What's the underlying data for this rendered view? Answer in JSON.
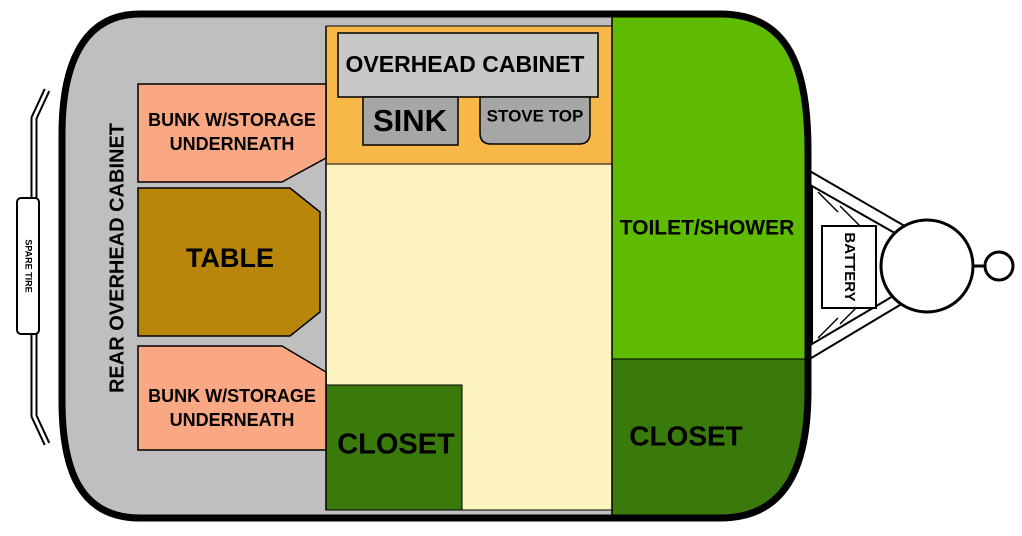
{
  "colors": {
    "outline": "#000000",
    "rear_cabinet": "#bfbfbf",
    "bunk": "#f9a883",
    "table": "#b8860b",
    "kitchen": "#f8b847",
    "cabinet_grey": "#c8c8c8",
    "floor": "#fcf3c0",
    "closet": "#3a7a0b",
    "toilet": "#5ebb00",
    "white": "#ffffff"
  },
  "labels": {
    "rear_cabinet": "REAR OVERHEAD CABINET",
    "bunk_top_line1": "BUNK W/STORAGE",
    "bunk_top_line2": "UNDERNEATH",
    "table": "TABLE",
    "bunk_bottom_line1": "BUNK W/STORAGE",
    "bunk_bottom_line2": "UNDERNEATH",
    "overhead_cabinet": "OVERHEAD CABINET",
    "sink": "SINK",
    "stove_top": "STOVE TOP",
    "closet_left": "CLOSET",
    "toilet_shower": "TOILET/SHOWER",
    "closet_right": "CLOSET",
    "battery": "BATTERY",
    "spare_tire": "SPARE TIRE"
  }
}
